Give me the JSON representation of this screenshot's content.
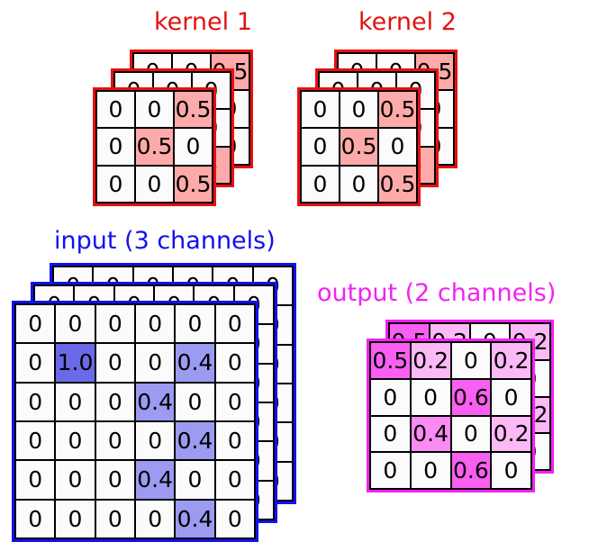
{
  "figure": {
    "description": "Convolution diagram: two 3x3x3 kernels applied to a 3-channel 6x6 input producing a 2-channel 4x4 output",
    "colors": {
      "kernel_red": "#e81010",
      "kernel_highlight": "#ffaaaa",
      "input_blue": "#1111ee",
      "input_highlight_strong": "#6a6ae8",
      "input_highlight_light": "#9b9bf2",
      "output_magenta": "#f222f2",
      "output_highlight_strong": "#f95ff0",
      "output_highlight_mid": "#fa8bf3",
      "output_highlight_light": "#fbb9f6",
      "cell_background": "#fbfbfb",
      "cell_border": "#000000"
    }
  },
  "kernel1": {
    "title": "kernel 1",
    "channels": 3,
    "front": {
      "rows": [
        [
          "0",
          "0",
          "0.5"
        ],
        [
          "0",
          "0.5",
          "0"
        ],
        [
          "0",
          "0",
          "0.5"
        ]
      ],
      "highlight": [
        [
          false,
          false,
          true
        ],
        [
          false,
          true,
          false
        ],
        [
          false,
          false,
          true
        ]
      ]
    },
    "middle": {
      "rows": [
        [
          "0",
          "0",
          "0"
        ],
        [
          "0",
          "0",
          "0"
        ],
        [
          "0",
          "0",
          "5"
        ]
      ],
      "highlight": [
        [
          false,
          false,
          false
        ],
        [
          false,
          false,
          false
        ],
        [
          false,
          false,
          true
        ]
      ]
    },
    "back": {
      "rows": [
        [
          "0",
          "0",
          "0.5"
        ],
        [
          "0",
          "0",
          "0"
        ],
        [
          "0",
          "0",
          "0"
        ]
      ],
      "highlight": [
        [
          false,
          false,
          true
        ],
        [
          false,
          false,
          false
        ],
        [
          false,
          false,
          false
        ]
      ]
    }
  },
  "kernel2": {
    "title": "kernel 2",
    "channels": 3,
    "front": {
      "rows": [
        [
          "0",
          "0",
          "0.5"
        ],
        [
          "0",
          "0.5",
          "0"
        ],
        [
          "0",
          "0",
          "0.5"
        ]
      ],
      "highlight": [
        [
          false,
          false,
          true
        ],
        [
          false,
          true,
          false
        ],
        [
          false,
          false,
          true
        ]
      ]
    },
    "middle": {
      "rows": [
        [
          "0",
          "0",
          "0"
        ],
        [
          "0",
          "0",
          "0"
        ],
        [
          "0",
          "0",
          "5"
        ]
      ],
      "highlight": [
        [
          false,
          false,
          false
        ],
        [
          false,
          false,
          false
        ],
        [
          false,
          false,
          true
        ]
      ]
    },
    "back": {
      "rows": [
        [
          "0",
          "0",
          "0.5"
        ],
        [
          "0",
          "0",
          "0"
        ],
        [
          "0",
          "0",
          "0"
        ]
      ],
      "highlight": [
        [
          false,
          false,
          true
        ],
        [
          false,
          false,
          false
        ],
        [
          false,
          false,
          false
        ]
      ]
    }
  },
  "input": {
    "title": "input (3 channels)",
    "channels": 3,
    "front": {
      "rows": [
        [
          "0",
          "0",
          "0",
          "0",
          "0",
          "0"
        ],
        [
          "0",
          "1.0",
          "0",
          "0",
          "0.4",
          "0"
        ],
        [
          "0",
          "0",
          "0",
          "0.4",
          "0",
          "0"
        ],
        [
          "0",
          "0",
          "0",
          "0",
          "0.4",
          "0"
        ],
        [
          "0",
          "0",
          "0",
          "0.4",
          "0",
          "0"
        ],
        [
          "0",
          "0",
          "0",
          "0",
          "0.4",
          "0"
        ]
      ],
      "highlight": [
        [
          0,
          0,
          0,
          0,
          0,
          0
        ],
        [
          0,
          1,
          0,
          0,
          2,
          0
        ],
        [
          0,
          0,
          0,
          2,
          0,
          0
        ],
        [
          0,
          0,
          0,
          0,
          2,
          0
        ],
        [
          0,
          0,
          0,
          2,
          0,
          0
        ],
        [
          0,
          0,
          0,
          0,
          2,
          0
        ]
      ]
    },
    "middle": {
      "rows": [
        [
          "0",
          "0",
          "0",
          "0",
          "0",
          "0"
        ],
        [
          "0",
          "0",
          "0",
          "0",
          "0",
          "0"
        ],
        [
          "0",
          "0",
          "0",
          "0",
          "0",
          "0"
        ],
        [
          "0",
          "0",
          "0",
          "0",
          "0",
          "0"
        ],
        [
          "0",
          "0",
          "0",
          "0",
          "0",
          "0"
        ],
        [
          "0",
          "0",
          "0",
          "0",
          "0",
          "0"
        ]
      ]
    },
    "back": {
      "rows": [
        [
          "0",
          "0",
          "0",
          "0",
          "0",
          "0"
        ],
        [
          "0",
          "0",
          "0",
          "0",
          "0",
          "0"
        ],
        [
          "0",
          "0",
          "0",
          "0",
          "0",
          "0"
        ],
        [
          "0",
          "0",
          "0",
          "0",
          "0",
          "0"
        ],
        [
          "0",
          "0",
          "0",
          "0",
          "0",
          "0"
        ],
        [
          "0",
          "0",
          "0",
          "0",
          "0",
          "0"
        ]
      ]
    }
  },
  "output": {
    "title": "output (2 channels)",
    "channels": 2,
    "front": {
      "rows": [
        [
          "0.5",
          "0.2",
          "0",
          "0.2"
        ],
        [
          "0",
          "0",
          "0.6",
          "0"
        ],
        [
          "0",
          "0.4",
          "0",
          "0.2"
        ],
        [
          "0",
          "0",
          "0.6",
          "0"
        ]
      ],
      "highlight": [
        [
          1,
          2,
          0,
          2
        ],
        [
          0,
          0,
          1,
          0
        ],
        [
          0,
          3,
          0,
          2
        ],
        [
          0,
          0,
          1,
          0
        ]
      ]
    },
    "back": {
      "rows": [
        [
          "0.5",
          "0.2",
          "0",
          "0.2"
        ],
        [
          "0",
          "0",
          "0",
          "0"
        ],
        [
          "0",
          "0",
          "0",
          "0.2"
        ],
        [
          "0",
          "0",
          "0",
          "0"
        ]
      ],
      "highlight": [
        [
          1,
          2,
          0,
          2
        ],
        [
          0,
          0,
          0,
          0
        ],
        [
          0,
          0,
          0,
          2
        ],
        [
          0,
          0,
          0,
          0
        ]
      ]
    }
  }
}
